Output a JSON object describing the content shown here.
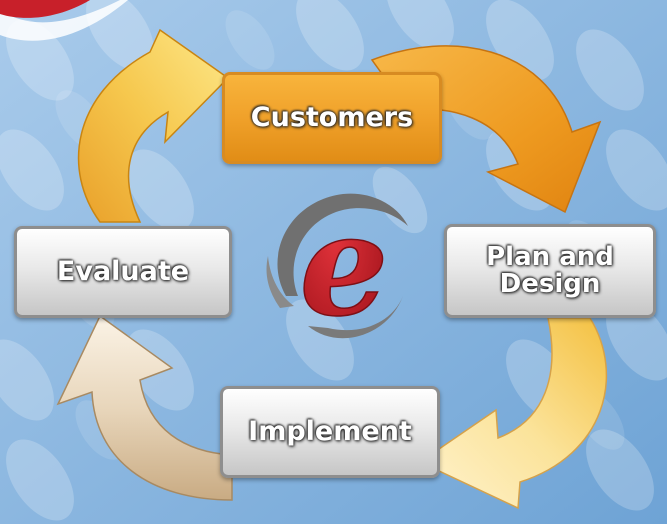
{
  "diagram": {
    "steps": {
      "customers": "Customers",
      "plan_and_design": [
        "Plan and",
        "Design"
      ],
      "implement": "Implement",
      "evaluate": "Evaluate"
    },
    "logo_letter": "e",
    "colors": {
      "orange_step": "#f0a12a",
      "gray_step": "#d9d9d9",
      "logo_red": "#c8202a",
      "logo_gray": "#6f6f6f"
    },
    "icons": [
      "cycle-arrow-icon",
      "e-logo-icon"
    ]
  }
}
